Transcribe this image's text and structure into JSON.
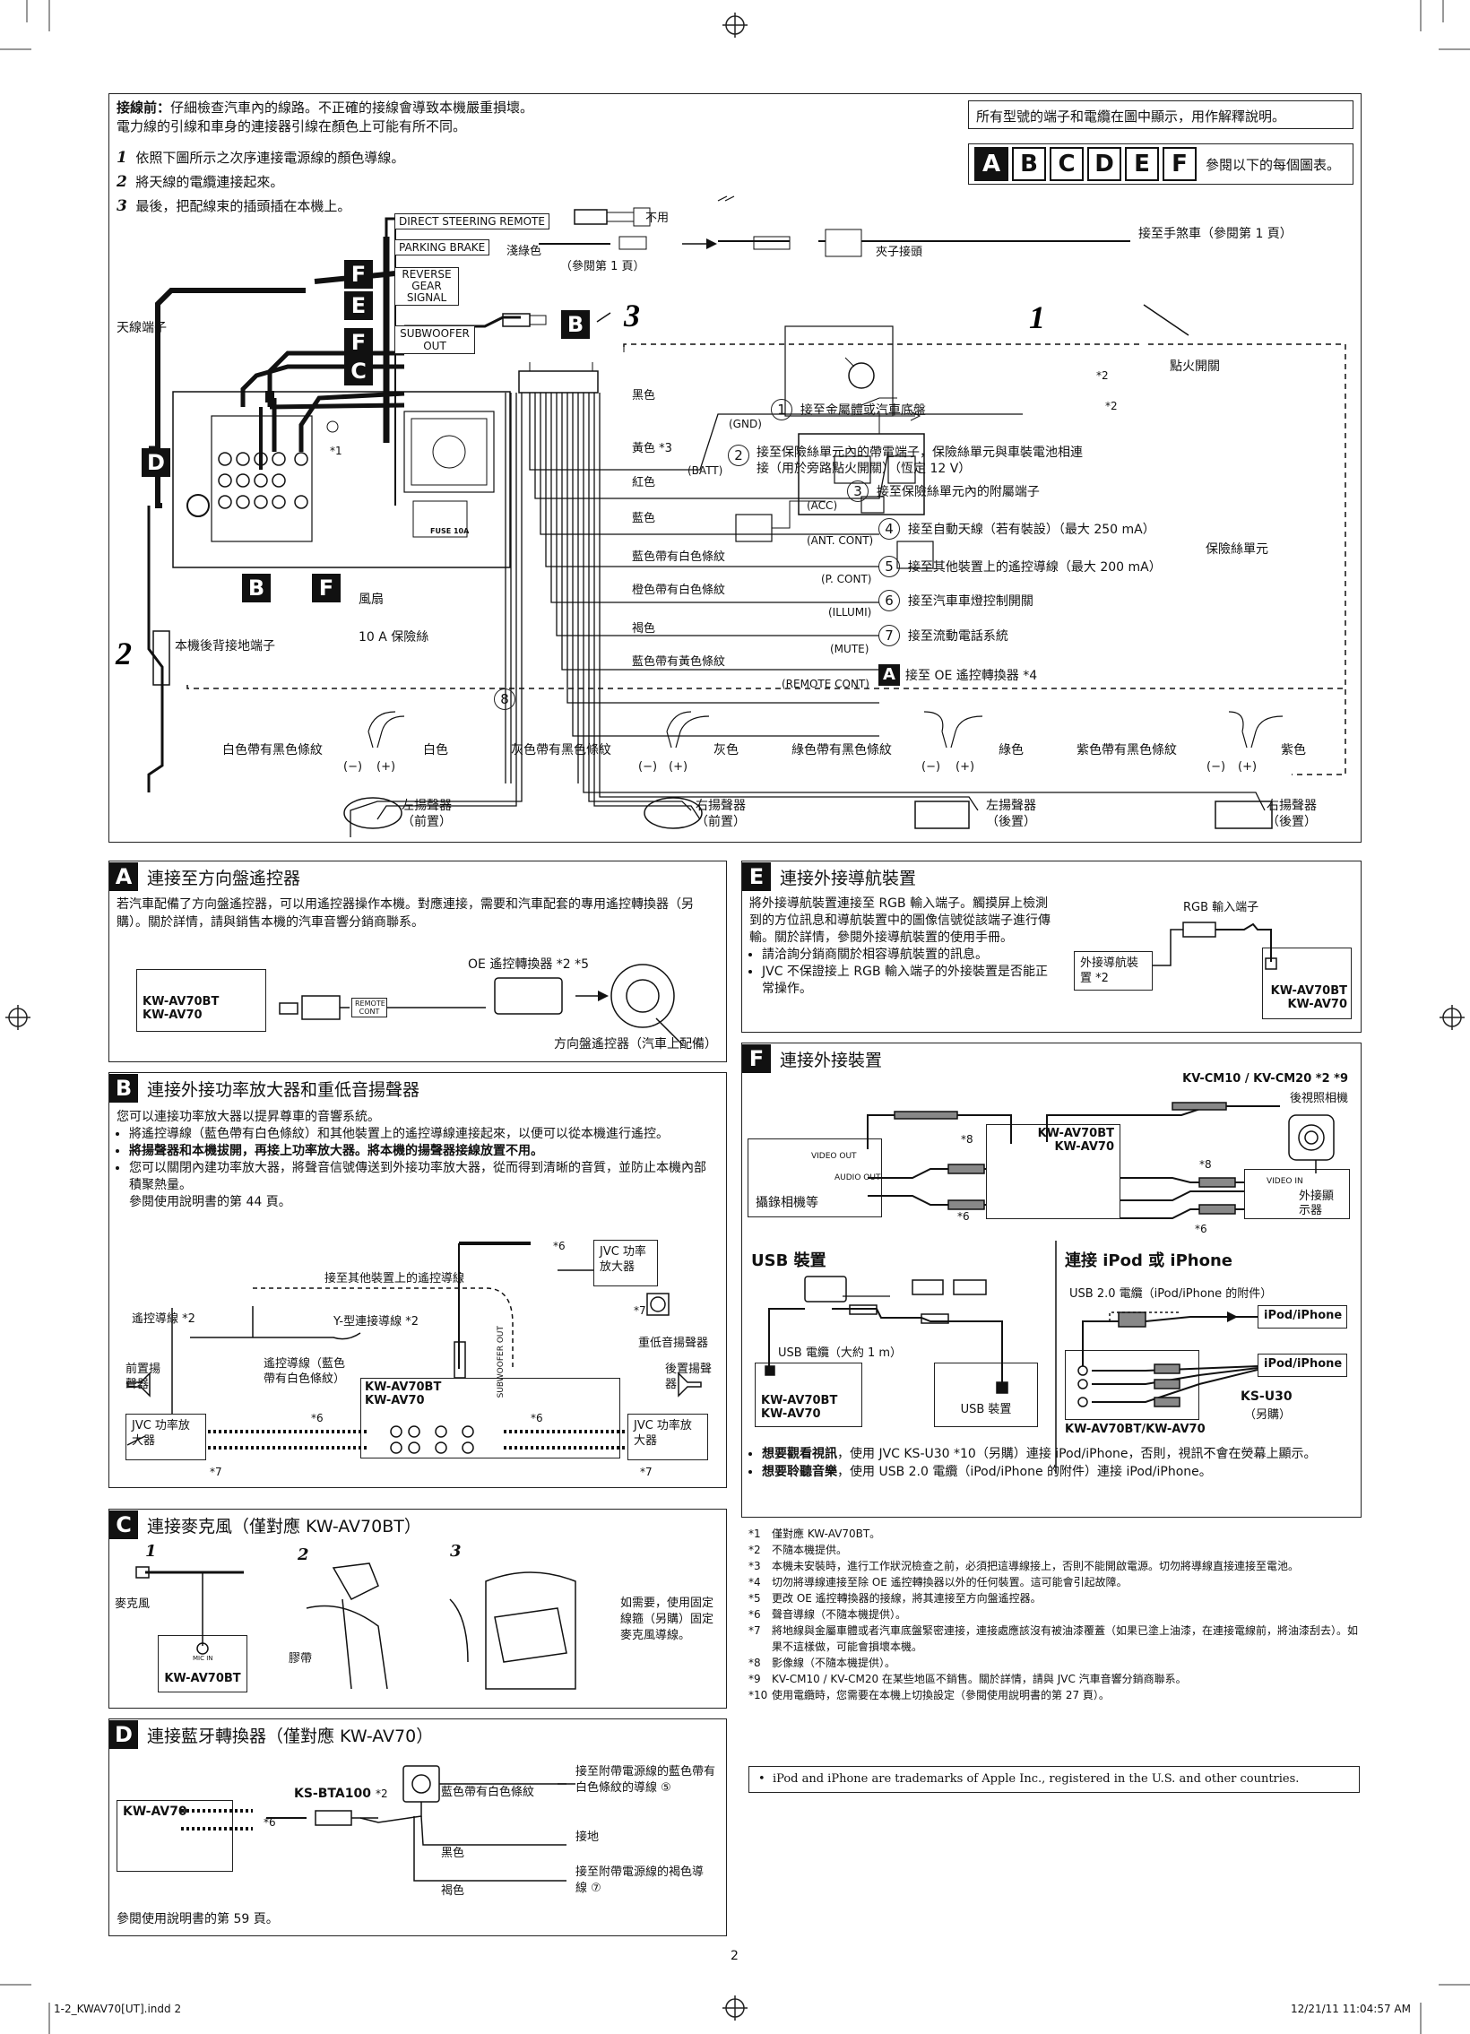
{
  "top": {
    "intro_bold": "接線前：",
    "intro_rest": "仔細檢查汽車內的線路。不正確的接線會導致本機嚴重損壞。",
    "intro_line2": "電力線的引線和車身的連接器引線在顏色上可能有所不同。",
    "steps": [
      {
        "num": "1",
        "text": "依照下圖所示之次序連接電源線的顏色導線。"
      },
      {
        "num": "2",
        "text": "將天線的電纜連接起來。"
      },
      {
        "num": "3",
        "text": "最後，把配線束的插頭插在本機上。"
      }
    ],
    "note": "所有型號的端子和電纜在圖中顯示，用作解釋說明。",
    "letters": [
      "A",
      "B",
      "C",
      "D",
      "E",
      "F"
    ],
    "letters_note": "參閱以下的每個圖表。"
  },
  "main": {
    "direct_steering": "DIRECT STEERING REMOTE",
    "unused": "不用",
    "parking_brake": "PARKING BRAKE",
    "light_green": "淺綠色",
    "see_p1": "（參閱第 1 頁）",
    "clip_connector": "夾子接頭",
    "to_parking": "接至手煞車（參閱第 1 頁）",
    "reverse": "REVERSE GEAR SIGNAL",
    "subwoofer": "SUBWOOFER OUT",
    "antenna": "天線端子",
    "ignition": "點火開關",
    "num1": "1",
    "num2": "2",
    "num3": "3",
    "wires": [
      {
        "color": "黑色",
        "sig": "(GND)",
        "n": "1",
        "desc": "接至金屬體或汽車底盤"
      },
      {
        "color": "黃色 *3",
        "sig": "(BATT)",
        "n": "2",
        "desc": "接至保險絲單元內的帶電端子，保險絲單元與車裝電池相連接（用於旁路點火開關）（恆定 12 V）"
      },
      {
        "color": "紅色",
        "sig": "(ACC)",
        "n": "3",
        "desc": "接至保險絲單元內的附屬端子"
      },
      {
        "color": "藍色",
        "sig": "(ANT. CONT)",
        "n": "4",
        "desc": "接至自動天線（若有裝設）（最大 250 mA）"
      },
      {
        "color": "藍色帶有白色條紋",
        "sig": "(P. CONT)",
        "n": "5",
        "desc": "接至其他裝置上的遙控導線（最大 200 mA）"
      },
      {
        "color": "橙色帶有白色條紋",
        "sig": "(ILLUMI)",
        "n": "6",
        "desc": "接至汽車車燈控制開關"
      },
      {
        "color": "褐色",
        "sig": "(MUTE)",
        "n": "7",
        "desc": "接至流動電話系統"
      },
      {
        "color": "藍色帶有黃色條紋",
        "sig": "(REMOTE CONT)",
        "n": "A",
        "desc": "接至 OE 遙控轉換器 *4"
      }
    ],
    "fuse_unit": "保險絲單元",
    "fan": "風扇",
    "fuse10": "10 A 保險絲",
    "ground_terminal": "本機後背接地端子",
    "star1": "*1",
    "star2": "*2",
    "num8": "8",
    "speakers": [
      {
        "neg": "白色帶有黑色條紋",
        "pos": "白色",
        "name": "左揚聲器",
        "pos_name": "（前置）"
      },
      {
        "neg": "灰色帶有黑色條紋",
        "pos": "灰色",
        "name": "右揚聲器",
        "pos_name": "（前置）"
      },
      {
        "neg": "綠色帶有黑色條紋",
        "pos": "綠色",
        "name": "左揚聲器",
        "pos_name": "（後置）"
      },
      {
        "neg": "紫色帶有黑色條紋",
        "pos": "紫色",
        "name": "右揚聲器",
        "pos_name": "（後置）"
      }
    ],
    "minus": "(−)",
    "plus": "(+)",
    "fuse_label": "FUSE 10A"
  },
  "sec_a": {
    "letter": "A",
    "title": "連接至方向盤遙控器",
    "body": "若汽車配備了方向盤遙控器，可以用遙控器操作本機。對應連接，需要和汽車配套的專用遙控轉換器（另購）。關於詳情，請與銷售本機的汽車音響分銷商聯系。",
    "oe": "OE 遙控轉換器 *2 *5",
    "model1": "KW-AV70BT",
    "model2": "KW-AV70",
    "remote_cont": "REMOTE CONT",
    "steering": "方向盤遙控器（汽車上配備）"
  },
  "sec_b": {
    "letter": "B",
    "title": "連接外接功率放大器和重低音揚聲器",
    "p1": "您可以連接功率放大器以提昇尊車的音響系統。",
    "bullets": [
      "將遙控導線（藍色帶有白色條紋）和其他裝置上的遙控導線連接起來，以便可以從本機進行遙控。",
      "將揚聲器和本機拔開，再接上功率放大器。將本機的揚聲器接線放置不用。",
      "您可以關閉內建功率放大器，將聲音信號傳送到外接功率放大器，從而得到清晰的音質，並防止本機內部積聚熱量。"
    ],
    "ref": "參閱使用說明書的第 44 頁。",
    "to_remote": "接至其他裝置上的遙控導線",
    "remote_wire": "遙控導線 *2",
    "y_conn": "Y-型連接導線 *2",
    "front_sp": "前置揚聲器",
    "remote_blue": "遙控導線（藍色帶有白色條紋）",
    "jvc_amp": "JVC 功率放大器",
    "subwoofer": "重低音揚聲器",
    "rear_sp": "後置揚聲器",
    "model1": "KW-AV70BT",
    "model2": "KW-AV70",
    "sub_out": "SUBWOOFER OUT",
    "star6": "*6",
    "star7": "*7"
  },
  "sec_c": {
    "letter": "C",
    "title": "連接麥克風（僅對應 KW-AV70BT）",
    "steps": [
      "1",
      "2",
      "3"
    ],
    "mic": "麥克風",
    "tape": "膠帶",
    "note": "如需要，使用固定線箍（另購）固定麥克風導線。",
    "model": "KW-AV70BT",
    "mic_in": "MIC IN"
  },
  "sec_d": {
    "letter": "D",
    "title": "連接藍牙轉換器（僅對應 KW-AV70）",
    "adapter": "KS-BTA100",
    "star2": "*2",
    "star6": "*6",
    "model": "KW-AV70",
    "wires": [
      {
        "color": "藍色帶有白色條紋",
        "desc": "接至附帶電源線的藍色帶有白色條紋的導線 ⑤"
      },
      {
        "color": "黑色",
        "desc": "接地"
      },
      {
        "color": "褐色",
        "desc": "接至附帶電源線的褐色導線 ⑦"
      }
    ],
    "ref": "參閱使用說明書的第 59 頁。"
  },
  "sec_e": {
    "letter": "E",
    "title": "連接外接導航裝置",
    "body": "將外接導航裝置連接至 RGB 輸入端子。觸摸屏上檢測到的方位訊息和導航裝置中的圖像信號從該端子進行傳輸。關於詳情，參閱外接導航裝置的使用手冊。",
    "bullets": [
      "請洽詢分銷商關於相容導航裝置的訊息。",
      "JVC 不保證接上 RGB 輸入端子的外接裝置是否能正常操作。"
    ],
    "rgb": "RGB 輸入端子",
    "nav": "外接導航裝置 *2",
    "model1": "KW-AV70BT",
    "model2": "KW-AV70"
  },
  "sec_f": {
    "letter": "F",
    "title": "連接外接裝置",
    "cam_model": "KV-CM10 / KV-CM20 *2 *9",
    "cam_name": "後視照相機",
    "video_out": "VIDEO OUT",
    "audio_out": "AUDIO OUT",
    "camera": "攝錄相機等",
    "model1": "KW-AV70BT",
    "model2": "KW-AV70",
    "video_in": "VIDEO IN",
    "ext_display": "外接顯示器",
    "usb_title": "USB 裝置",
    "ipod_title": "連接 iPod 或 iPhone",
    "usb_cable": "USB 電纜（大約 1 m）",
    "usb_dev": "USB 裝置",
    "usb2": "USB 2.0 電纜（iPod/iPhone 的附件）",
    "ipod": "iPod/iPhone",
    "ks_u30": "KS-U30",
    "optional": "（另購）",
    "model_combo": "KW-AV70BT/KW-AV70",
    "bullets": [
      {
        "bold": "想要觀看視訊",
        "rest": "，使用 JVC KS-U30 *10（另購）連接 iPod/iPhone，否則，視訊不會在熒幕上顯示。"
      },
      {
        "bold": "想要聆聽音樂",
        "rest": "，使用 USB 2.0 電纜（iPod/iPhone 的附件）連接 iPod/iPhone。"
      }
    ],
    "star6": "*6",
    "star8": "*8"
  },
  "footnotes": [
    {
      "k": "*1",
      "v": "僅對應 KW-AV70BT。"
    },
    {
      "k": "*2",
      "v": "不隨本機提供。"
    },
    {
      "k": "*3",
      "v": "本機未安裝時，進行工作狀況檢查之前，必須把這導線接上，否則不能開啟電源。切勿將導線直接連接至電池。"
    },
    {
      "k": "*4",
      "v": "切勿將導線連接至除 OE 遙控轉換器以外的任何裝置。這可能會引起故障。"
    },
    {
      "k": "*5",
      "v": "更改 OE 遙控轉換器的接線，將其連接至方向盤遙控器。"
    },
    {
      "k": "*6",
      "v": "聲音導線（不隨本機提供）。"
    },
    {
      "k": "*7",
      "v": "將地線與金屬車體或者汽車底盤緊密連接，連接處應該沒有被油漆覆蓋（如果已塗上油漆，在連接電線前，將油漆刮去）。如果不這樣做，可能會損壞本機。"
    },
    {
      "k": "*8",
      "v": "影像線（不隨本機提供）。"
    },
    {
      "k": "*9",
      "v": "KV-CM10 / KV-CM20 在某些地區不銷售。關於詳情，請與 JVC 汽車音響分銷商聯系。"
    },
    {
      "k": "*10",
      "v": "使用電纜時，您需要在本機上切換設定（參閱使用說明書的第 27 頁）。"
    }
  ],
  "trademark": "iPod and iPhone are trademarks of Apple Inc., registered in the U.S. and other countries.",
  "page_number": "2",
  "footer_left": "1-2_KWAV70[UT].indd   2",
  "footer_right": "12/21/11   11:04:57 AM"
}
